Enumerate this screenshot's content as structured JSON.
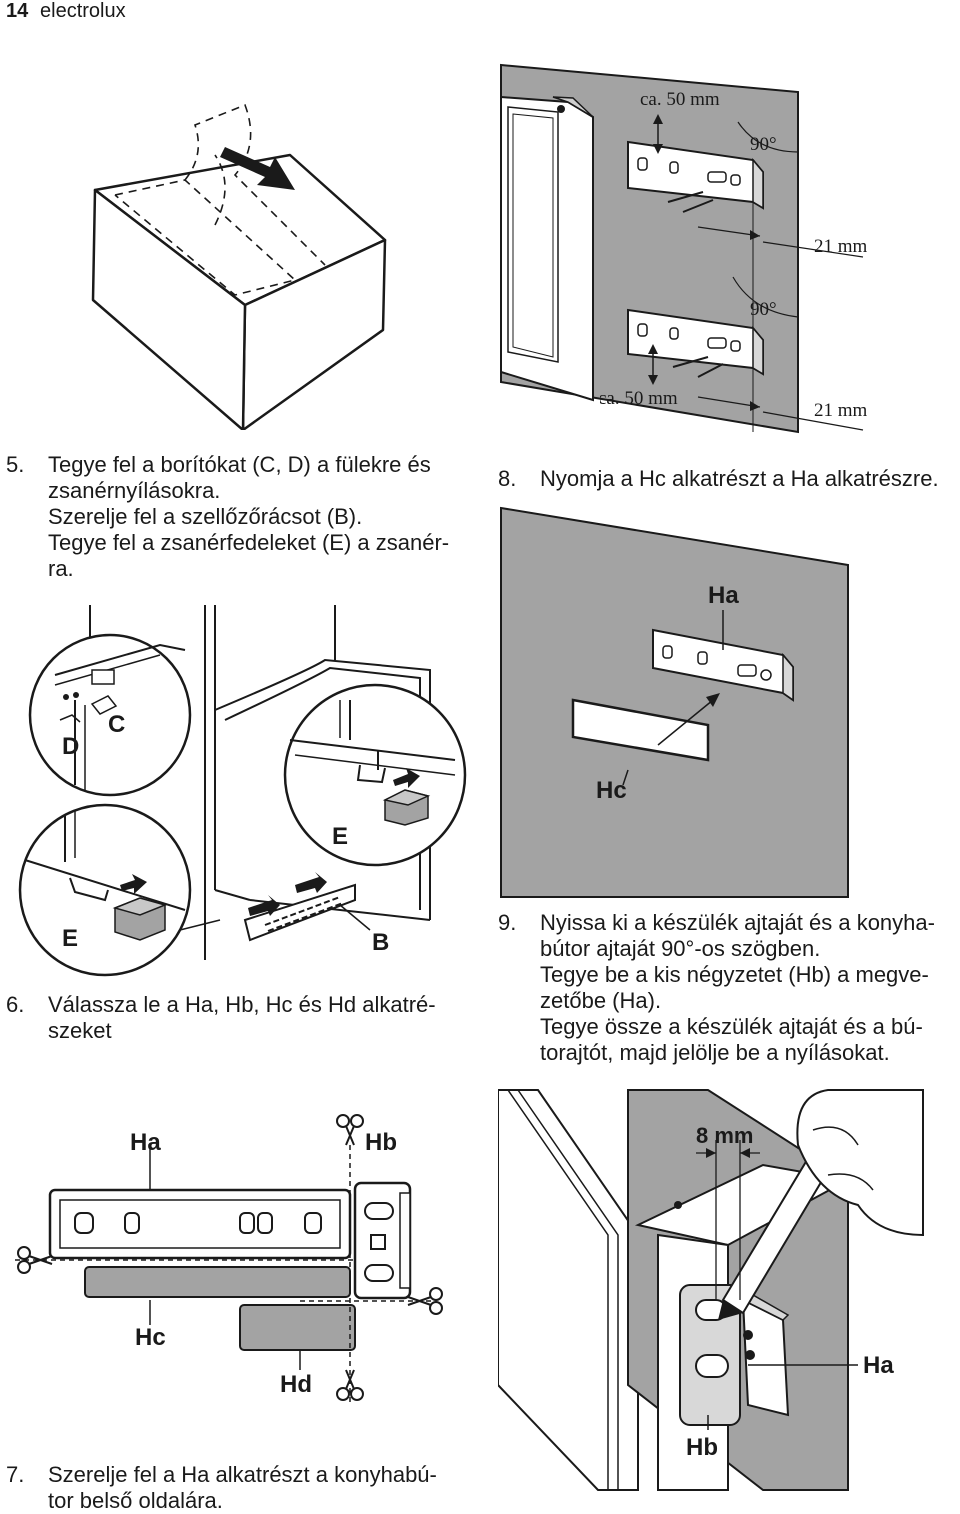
{
  "header": {
    "page_number": "14",
    "brand": "electrolux"
  },
  "steps": {
    "s5": {
      "num": "5.",
      "text": "Tegye fel a borítókat (C, D) a fülekre és\nzsanérnyílásokra.\nSzerelje fel a szellőzőrácsot (B).\nTegye fel a zsanérfedeleket (E) a zsanér-\nra."
    },
    "s6": {
      "num": "6.",
      "text": "Válassza le a Ha, Hb, Hc és Hd alkatré-\nszeket"
    },
    "s7": {
      "num": "7.",
      "text": "Szerelje fel a Ha alkatrészt a konyhabú-\ntor belső oldalára."
    },
    "s8": {
      "num": "8.",
      "text": "Nyomja a Hc alkatrészt a Ha alkatrészre."
    },
    "s9": {
      "num": "9.",
      "text": "Nyissa ki a készülék ajtaját és a konyha-\nbútor ajtaját 90°-os szögben.\nTegye be a kis négyzetet (Hb) a megve-\nzetőbe (Ha).\nTegye össze a készülék ajtaját és a bú-\ntorajtót, majd jelölje be a nyílásokat."
    }
  },
  "fig_top_right": {
    "dim_top": "ca. 50 mm",
    "angle_top": "90°",
    "dim_side_top": "21 mm",
    "angle_bottom": "90°",
    "dim_bottom": "ca. 50 mm",
    "dim_side_bottom": "21 mm"
  },
  "fig_step5": {
    "label_d": "D",
    "label_c": "C",
    "label_e1": "E",
    "label_e2": "E",
    "label_b": "B"
  },
  "fig_step8": {
    "label_ha": "Ha",
    "label_hc": "Hc"
  },
  "fig_step6": {
    "label_ha": "Ha",
    "label_hb": "Hb",
    "label_hc": "Hc",
    "label_hd": "Hd"
  },
  "fig_step9": {
    "label_dim": "8 mm",
    "label_ha": "Ha",
    "label_hb": "Hb"
  },
  "colors": {
    "panel_gray": "#a3a3a3",
    "dark_gray": "#7d7d7d",
    "ink": "#1a1a1a"
  }
}
